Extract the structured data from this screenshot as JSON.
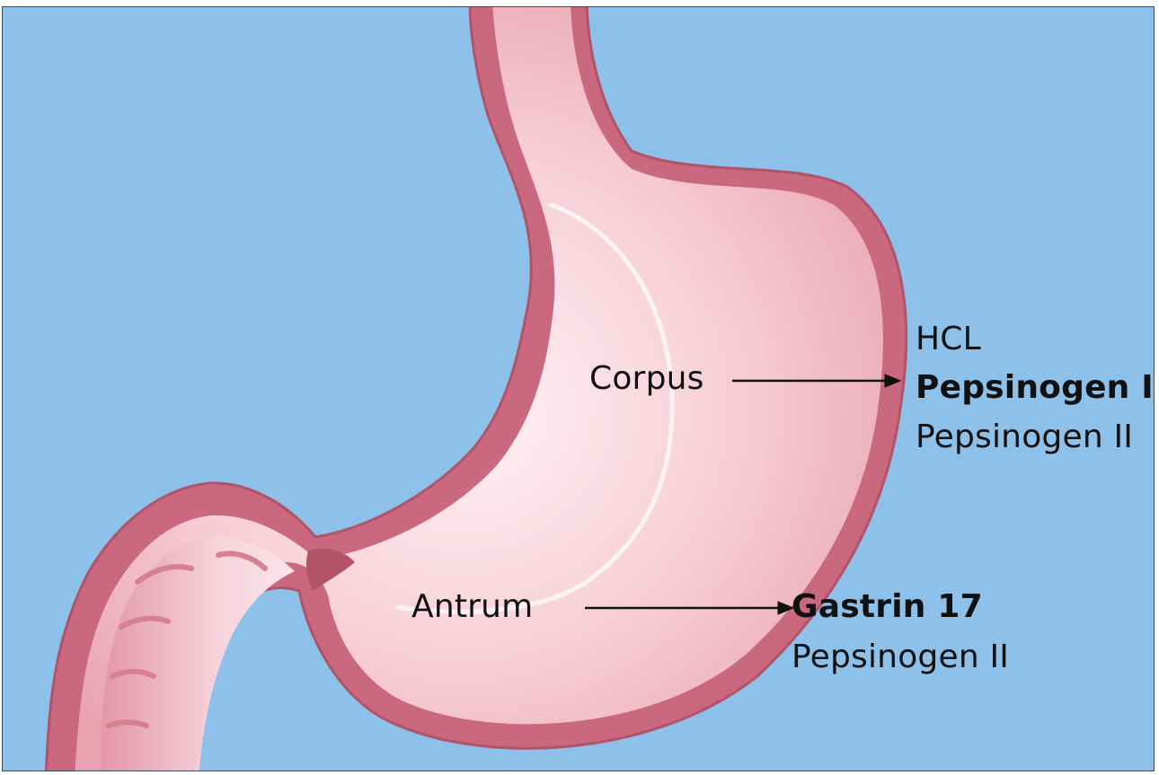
{
  "diagram": {
    "regions": [
      {
        "key": "corpus",
        "label": "Corpus",
        "secretions": [
          "HCL",
          "Pepsinogen I",
          "Pepsinogen II"
        ],
        "emphasized": [
          "Pepsinogen I"
        ]
      },
      {
        "key": "antrum",
        "label": "Antrum",
        "secretions": [
          "Gastrin 17",
          "Pepsinogen II"
        ],
        "emphasized": [
          "Gastrin 17"
        ]
      }
    ],
    "colors": {
      "background": "#8dc1ea",
      "wall": "#c9687e",
      "wall_dark": "#b15469",
      "lumen_center": "#fff3f6",
      "lumen_edge": "#e8a2b2",
      "text": "#111111"
    }
  }
}
